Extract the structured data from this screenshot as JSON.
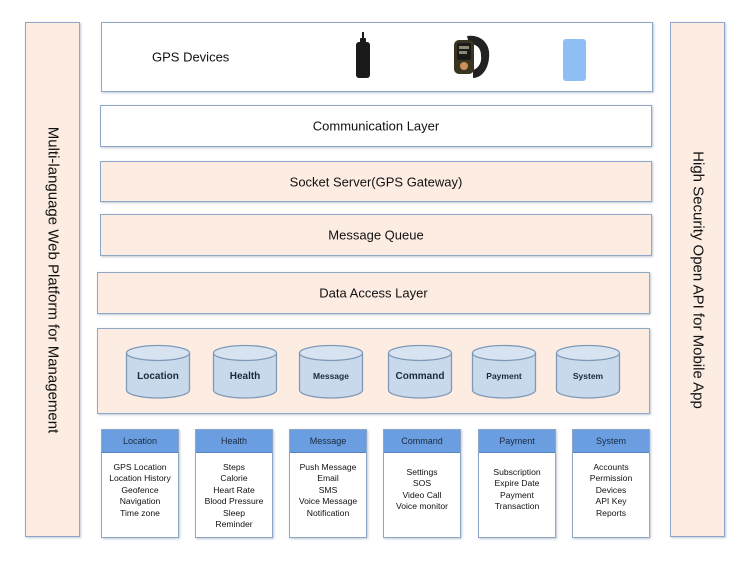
{
  "side_panels": {
    "left": "Multi-language Web Platform for Management",
    "right": "High Security Open API for Mobile App"
  },
  "devices": {
    "label": "GPS Devices",
    "icons": [
      "gps-tracker-icon",
      "smartwatch-icon",
      "phone-icon"
    ],
    "colors": {
      "tracker": "#1a1a1a",
      "watch": "#2a2a2a",
      "phone": "#8fbef5"
    }
  },
  "layers": {
    "communication": "Communication Layer",
    "socket_server": "Socket Server(GPS Gateway)",
    "message_queue": "Message Queue",
    "data_access": "Data Access Layer"
  },
  "databases": [
    "Location",
    "Health",
    "Message",
    "Command",
    "Payment",
    "System"
  ],
  "modules": [
    {
      "title": "Location",
      "items": [
        "GPS Location",
        "Location History",
        "Geofence",
        "Navigation",
        "Time zone"
      ]
    },
    {
      "title": "Health",
      "items": [
        "Steps",
        "Calorie",
        "Heart Rate",
        "Blood Pressure",
        "Sleep",
        "Reminder"
      ]
    },
    {
      "title": "Message",
      "items": [
        "Push Message",
        "Email",
        "SMS",
        "Voice Message",
        "Notification"
      ]
    },
    {
      "title": "Command",
      "items": [
        "Settings",
        "SOS",
        "Video Call",
        "Voice monitor"
      ]
    },
    {
      "title": "Payment",
      "items": [
        "Subscription",
        "Expire Date",
        "Payment",
        "Transaction"
      ]
    },
    {
      "title": "System",
      "items": [
        "Accounts",
        "Permission",
        "Devices",
        "API Key",
        "Reports"
      ]
    }
  ],
  "colors": {
    "peach": "#fdece2",
    "border": "#8ea6c8",
    "db_fill": "#c9d9ec",
    "module_header": "#6a9ee0"
  }
}
